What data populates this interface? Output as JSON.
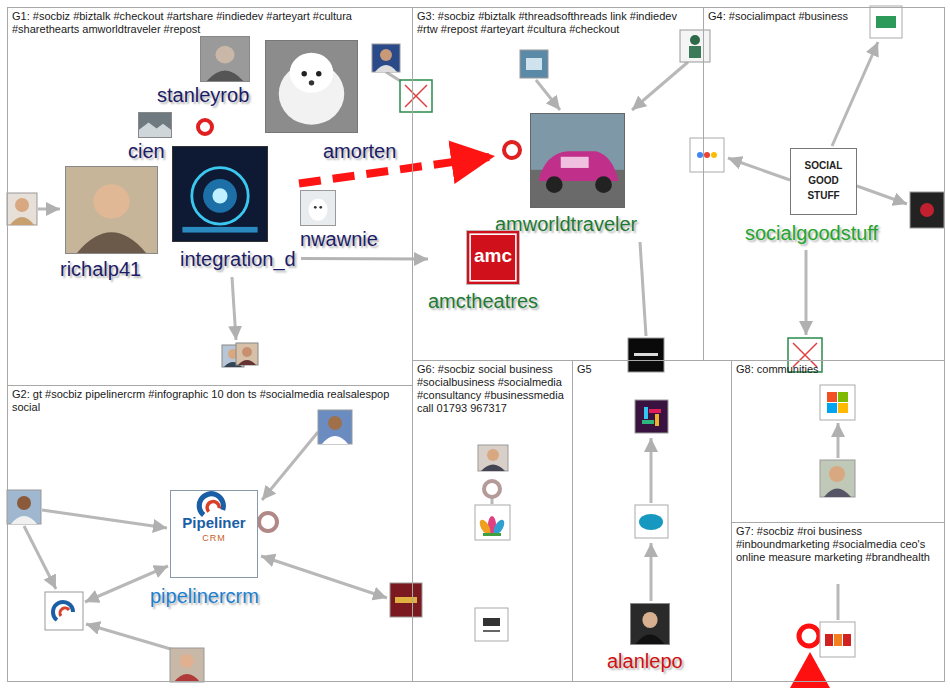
{
  "diagram": {
    "nodes": [
      {
        "text": [
          "G1: #socbiz #biztalk #checkout #artshare #indiedev #arteyart #cultura #sharethearts amworldtraveler #repost"
        ]
      },
      {
        "text": [
          "G3: #socbiz #biztalk #threadsofthreads link #indiedev #rtw #repost #arteyart #cultura #checkout"
        ]
      },
      {
        "text": [
          "G4: #socialimpact #business"
        ]
      },
      {
        "text": [
          "G2: gt #socbiz pipelinercrm #infographic 10 don ts #socialmedia realsalespop social"
        ]
      },
      {
        "text": [
          "G6: #socbiz social business #socialbusiness #socialmedia #consultancy #businessmedia call 01793 967317"
        ]
      },
      {
        "text": [
          "G5"
        ]
      },
      {
        "text": [
          "G8: communities"
        ]
      },
      {
        "text": [
          "G7: #socbiz #roi business #inboundmarketing #socialmedia ceo's online measure marketing #brandhealth"
        ]
      },
      {
        "text": [
          "stanleyrob"
        ],
        "in": 0
      },
      {
        "text": [
          "cien"
        ],
        "in": 0
      },
      {
        "text": [
          "amorten"
        ],
        "in": 0
      },
      {
        "text": [
          "richalp41"
        ],
        "in": 0
      },
      {
        "text": [
          "integration_d"
        ],
        "in": 0
      },
      {
        "text": [
          "nwawnie"
        ],
        "in": 0
      },
      {
        "text": [
          "amworldtraveler"
        ],
        "in": 1
      },
      {
        "text": [
          "amctheatres"
        ],
        "in": 1
      },
      {
        "text": [
          "socialgoodstuff"
        ],
        "in": 2
      },
      {
        "text": [
          "pipelinercrm"
        ],
        "in": 3
      },
      {
        "text": [
          "alanlepo"
        ],
        "in": 5
      }
    ],
    "edges": [
      {
        "from": 12,
        "to": 14,
        "arrow": "to"
      },
      {
        "from": 12,
        "to": 15,
        "arrow": "to"
      }
    ],
    "labels": [
      "amc",
      "Pipeliner",
      "CRM",
      "SOCIAL GOOD STUFF"
    ]
  }
}
